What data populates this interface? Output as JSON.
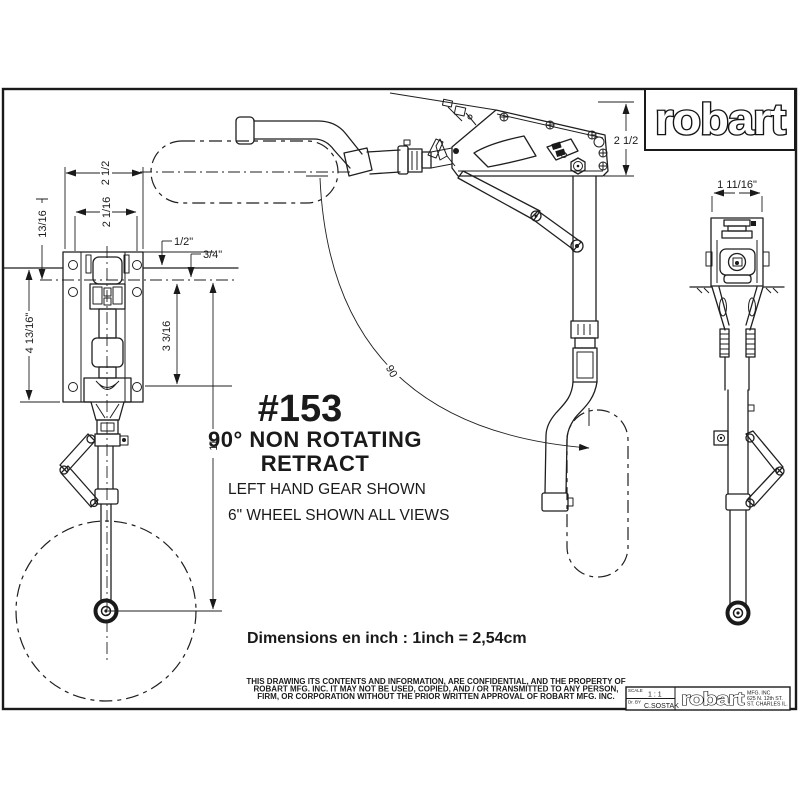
{
  "logo": {
    "brand": "robart"
  },
  "drawing": {
    "part_number": "#153",
    "title_line1": "90° NON ROTATING",
    "title_line2": "RETRACT",
    "note1": "LEFT HAND GEAR SHOWN",
    "note2": "6\" WHEEL SHOWN ALL VIEWS",
    "units_note": "Dimensions en inch : 1inch = 2,54cm"
  },
  "legal": {
    "line1": "THIS DRAWING ITS CONTENTS AND INFORMATION, ARE CONFIDENTIAL, AND THE PROPERTY OF",
    "line2": "ROBART MFG. INC. IT MAY NOT BE USED, COPIED, AND / OR TRANSMITTED TO ANY PERSON,",
    "line3": "FIRM, OR CORPORATION WITHOUT THE PRIOR WRITTEN APPROVAL OF ROBART MFG. INC."
  },
  "title_block": {
    "scale_label": "SCALE",
    "scale_value": "1 : 1",
    "drawn_by_label": "Dr. BY",
    "drawn_by_value": "C.SOSTAK",
    "brand": "robart",
    "address1": "MFG. INC",
    "address2": "625 N. 12th ST.",
    "address3": "ST. CHARLES IL."
  },
  "dims": {
    "front_outer_width": "2 1/2",
    "front_inner_width": "2 1/16",
    "front_top_offset": "13/16",
    "front_plate_height": "4 13/16\"",
    "front_rail_offset": "1/2\"",
    "front_pivot_offset": "3/4\"",
    "front_lower_span": "3 3/16",
    "front_gear_length": "11\"",
    "side_body_height": "2 1/2",
    "rear_width": "1 11/16\"",
    "retract_angle": "90"
  }
}
